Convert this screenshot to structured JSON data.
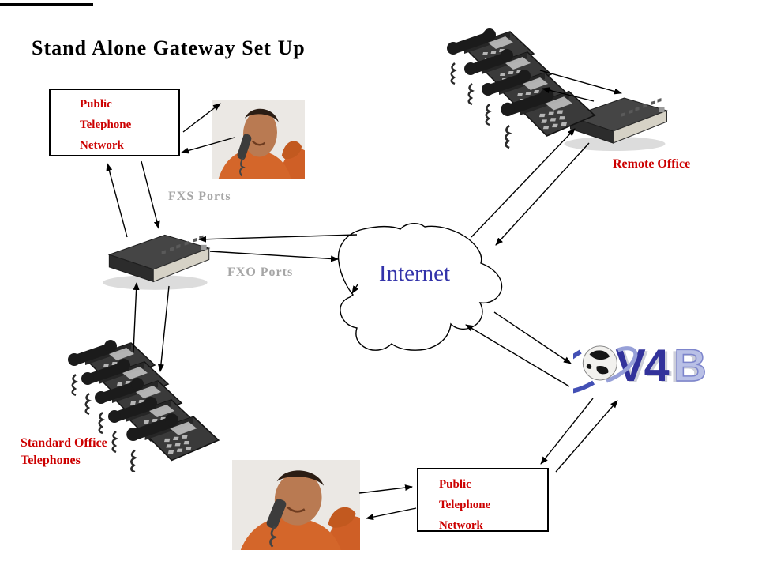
{
  "title": "Stand Alone Gateway Set Up",
  "boxes": {
    "ptn_top": {
      "lines": [
        "Public",
        "Telephone",
        "Network"
      ]
    },
    "ptn_bottom": {
      "lines": [
        "Public",
        "Telephone",
        "Network"
      ]
    }
  },
  "labels": {
    "fxs_ports": "FXS Ports",
    "fxo_ports": "FXO Ports",
    "internet": "Internet",
    "remote_office": "Remote Office",
    "standard_office_line1": "Standard Office",
    "standard_office_line2": "Telephones"
  },
  "logo": {
    "v4": "V4",
    "b": "B"
  },
  "colors": {
    "label_red": "#cc0000",
    "label_gray": "#a6a6a6",
    "internet_blue": "#3333aa",
    "v4b_navy": "#32329b",
    "v4b_lavender": "#b9c0e6",
    "gateway_dark": "#454545",
    "gateway_panel": "#d6d2c6"
  }
}
